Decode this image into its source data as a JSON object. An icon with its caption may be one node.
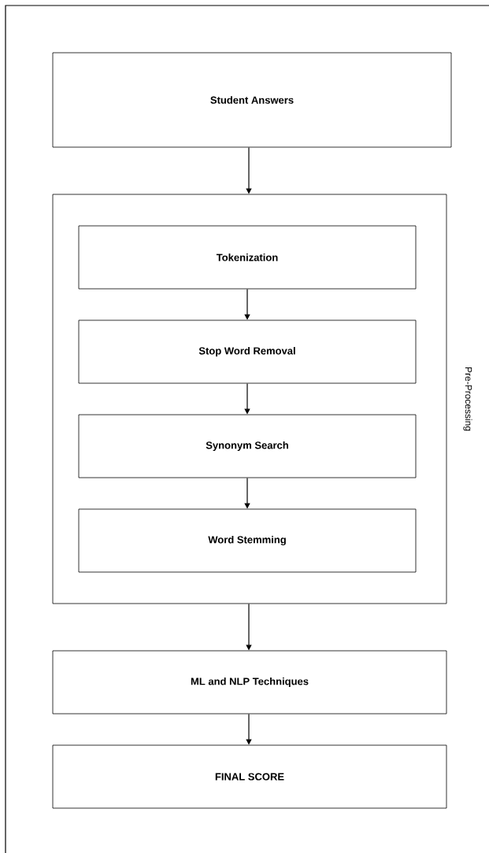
{
  "diagram": {
    "nodes": [
      {
        "text": [
          "Student Answers"
        ]
      },
      {
        "text": [
          "Pre-Processing"
        ]
      },
      {
        "text": [
          "Tokenization"
        ],
        "in": 1
      },
      {
        "text": [
          "Stop Word Removal"
        ],
        "in": 1
      },
      {
        "text": [
          "Synonym Search"
        ],
        "in": 1
      },
      {
        "text": [
          "Word Stemming"
        ],
        "in": 1
      },
      {
        "text": [
          "ML and NLP Techniques"
        ]
      },
      {
        "text": [
          "FINAL SCORE"
        ]
      }
    ],
    "edges": [
      {
        "from": 0,
        "to": 1,
        "arrow": "to"
      },
      {
        "from": 2,
        "to": 3,
        "arrow": "to"
      },
      {
        "from": 3,
        "to": 4,
        "arrow": "to"
      },
      {
        "from": 4,
        "to": 5,
        "arrow": "to"
      },
      {
        "from": 1,
        "to": 6,
        "arrow": "to"
      },
      {
        "from": 6,
        "to": 7,
        "arrow": "to"
      }
    ]
  }
}
